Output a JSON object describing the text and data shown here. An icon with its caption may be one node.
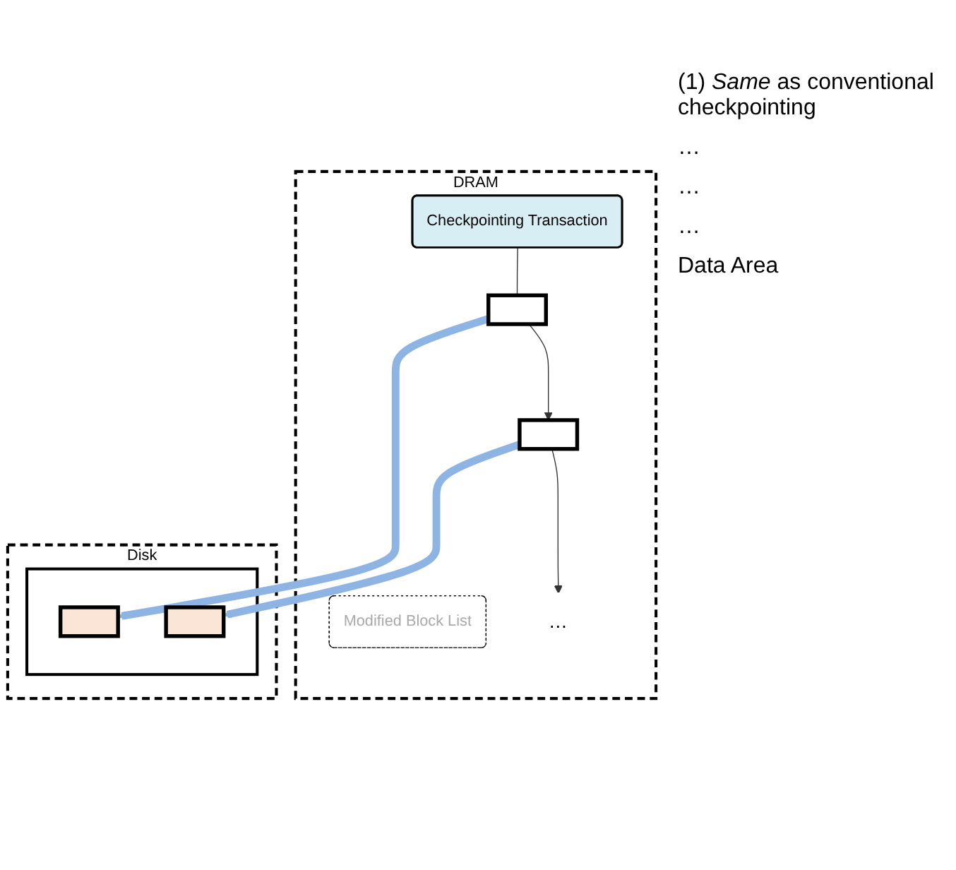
{
  "diagram": {
    "nodes": [
      {
        "text": [
          "DRAM"
        ]
      },
      {
        "text": [
          "Modified Block List"
        ],
        "in": 0
      },
      {
        "text": [
          "Checkpointing Transaction"
        ],
        "in": 0
      },
      {
        "text": [],
        "shape": "box",
        "in": 0
      },
      {
        "text": [],
        "shape": "box",
        "in": 0
      },
      {
        "text": [
          "…"
        ],
        "in": 0
      },
      {
        "text": [
          "Disk"
        ]
      },
      {
        "text": [],
        "shape": "box",
        "in": 6
      },
      {
        "text": [],
        "shape": "box",
        "in": 7
      },
      {
        "text": [],
        "shape": "box",
        "in": 7
      }
    ],
    "edges": [
      {
        "from": 2,
        "to": 3,
        "arrow": "none"
      },
      {
        "from": 3,
        "to": 4,
        "arrow": "to"
      },
      {
        "from": 4,
        "to": 5,
        "arrow": "to"
      },
      {
        "from": 3,
        "to": 8,
        "arrow": "to",
        "style": "thick",
        "color": "#8eb4e3"
      },
      {
        "from": 4,
        "to": 9,
        "arrow": "to",
        "style": "thick",
        "color": "#8eb4e3"
      }
    ],
    "labels": [
      "(1) *Same* as conventional checkpointing",
      "…",
      "…",
      "…",
      "Data Area"
    ]
  }
}
